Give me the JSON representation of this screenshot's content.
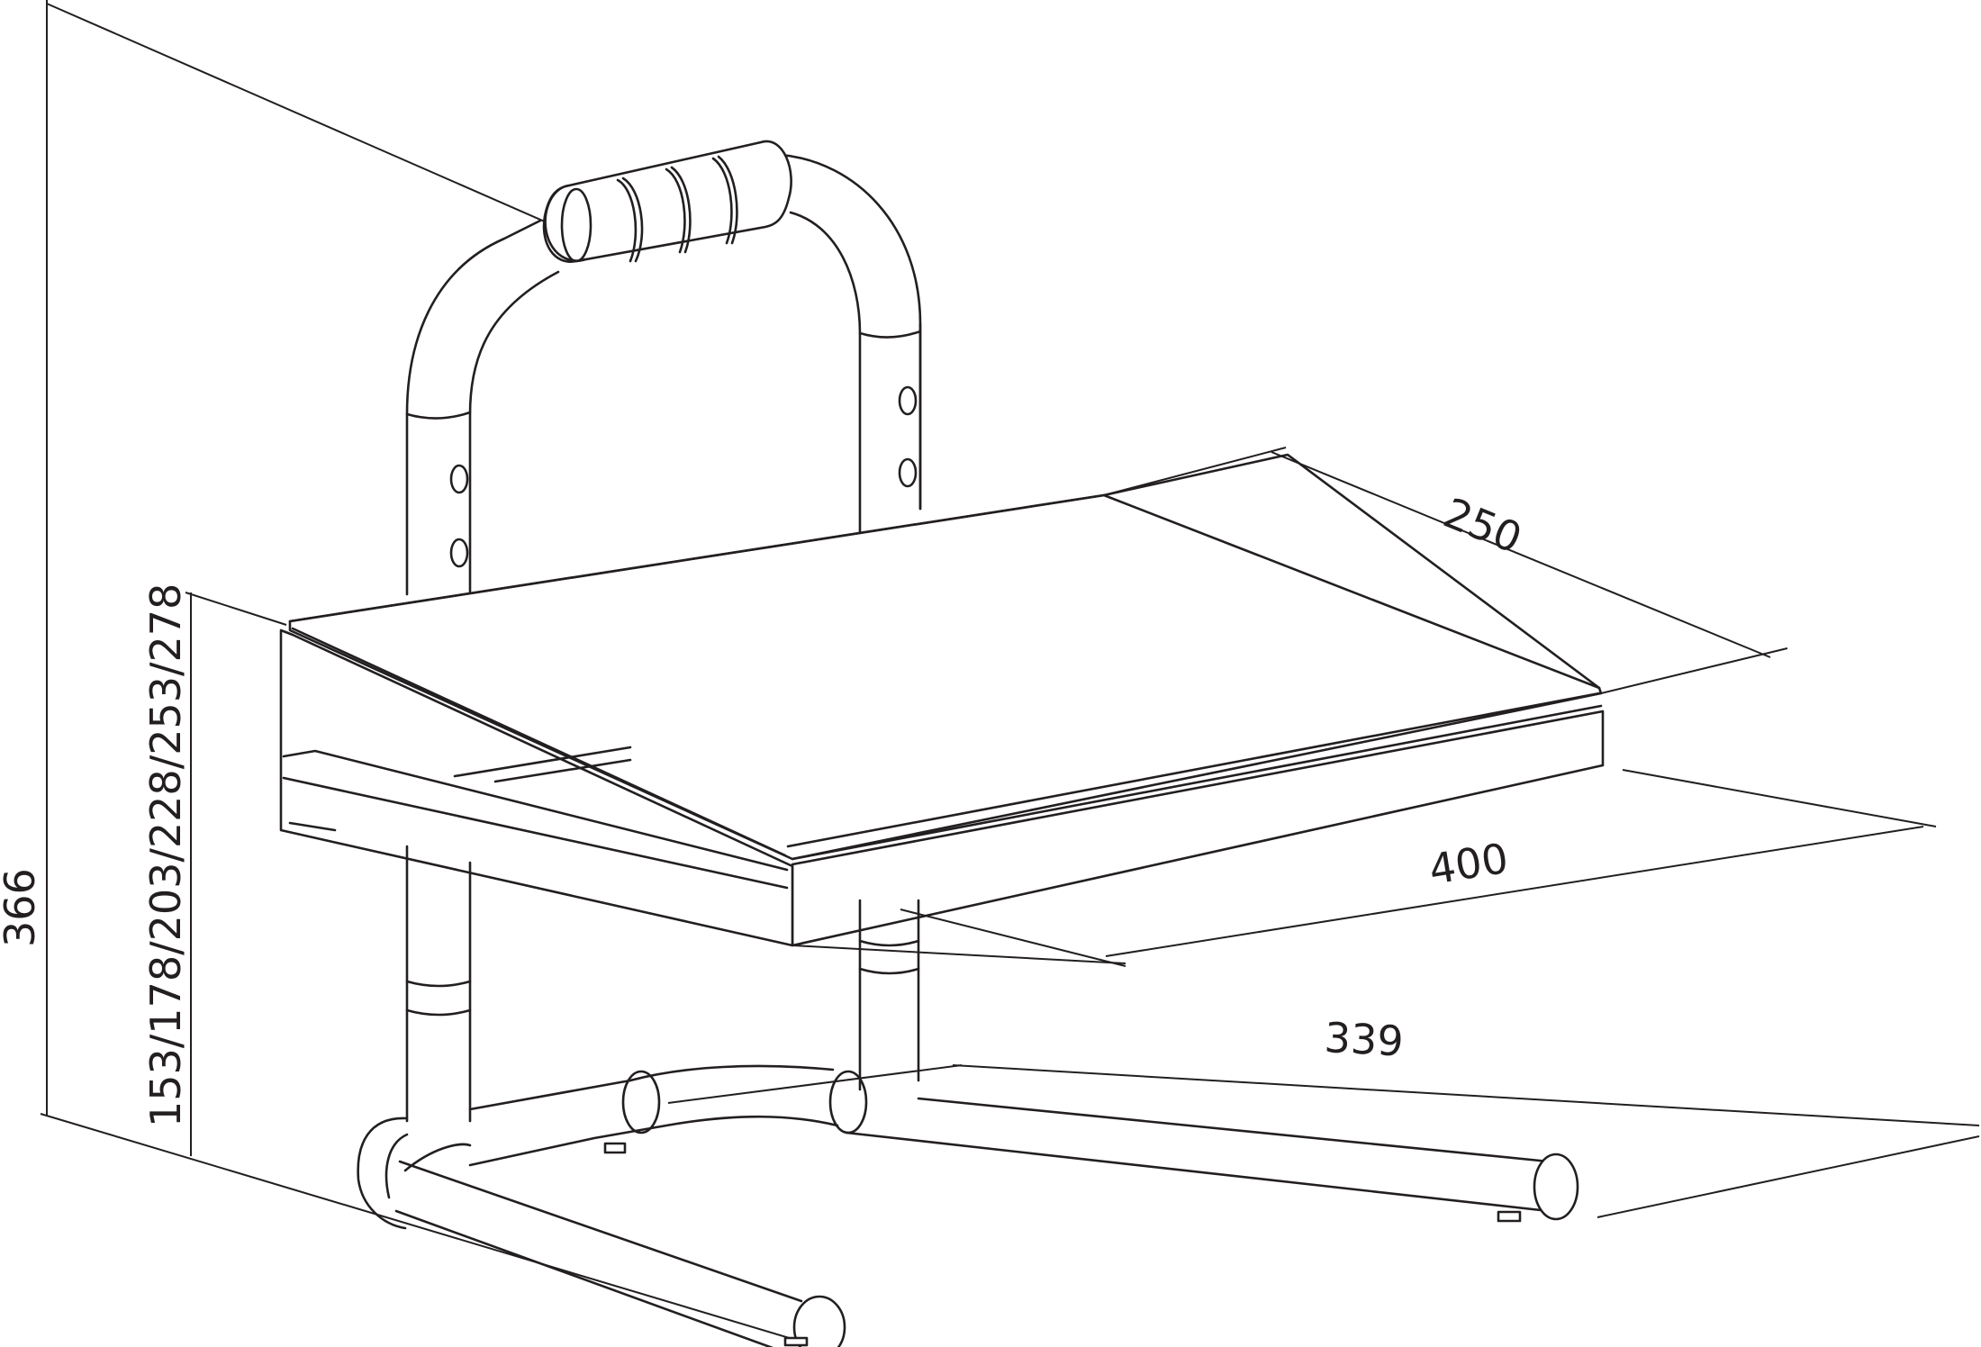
{
  "diagram": {
    "subject": "Adjustable footrest with handle bar",
    "line_color": "#231f20",
    "background": "#ffffff",
    "dimensions": {
      "total_height": "366",
      "platform_heights": "153/178/203/228/253/278",
      "platform_depth": "250",
      "platform_width": "400",
      "base_width": "339"
    },
    "parts": [
      "handle-grip",
      "handle-frame",
      "adjustment-holes",
      "platform",
      "telescoping-legs",
      "base-frame",
      "foot-pads"
    ]
  }
}
